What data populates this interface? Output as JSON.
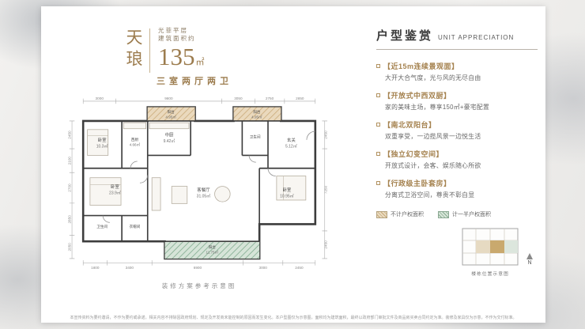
{
  "colors": {
    "accent_gold": "#9c7c4e",
    "legend_beige": "#d8c3a0",
    "legend_green": "#8ab094"
  },
  "header": {
    "brand": "天琅",
    "tagline_line1": "光菲平层",
    "tagline_line2": "建筑面积约",
    "area_value": "135",
    "area_unit": "㎡",
    "layout_type": "三室两厅两卫"
  },
  "right_panel": {
    "title_cn": "户型鉴赏",
    "title_en": "UNIT APPRECIATION",
    "features": [
      {
        "tag": "【近15m连续景观面】",
        "desc": "大开大合气度，光与风的无尽自由"
      },
      {
        "tag": "【开放式中西双厨】",
        "desc": "家的美味主场，尊享150㎡+豪宅配置"
      },
      {
        "tag": "【南北双阳台】",
        "desc": "双重享受，一边揽风景一边悦生活"
      },
      {
        "tag": "【独立幻变空间】",
        "desc": "开放式设计，会客、娱乐随心所欲"
      },
      {
        "tag": "【行政级主卧套房】",
        "desc": "分离式卫浴空间，尊贵不彰自显"
      }
    ],
    "legend": [
      {
        "label": "不计户权面积"
      },
      {
        "label": "计一半户权面积"
      }
    ],
    "minimap_caption": "楼栋位置示意图",
    "compass_label": "N"
  },
  "floorplan": {
    "caption": "装修方案参考示意图",
    "rooms": [
      {
        "name": "阳台",
        "area": "4.95㎡"
      },
      {
        "name": "阳台",
        "area": "4.95㎡"
      },
      {
        "name": "卧室",
        "area": "10.3㎡"
      },
      {
        "name": "西厨",
        "area": "4.66㎡"
      },
      {
        "name": "中厨",
        "area": "9.42㎡"
      },
      {
        "name": "卫生间",
        "area": ""
      },
      {
        "name": "玄关",
        "area": "5.12㎡"
      },
      {
        "name": "卧室",
        "area": "23.9㎡"
      },
      {
        "name": "卫生间",
        "area": ""
      },
      {
        "name": "客餐厅",
        "area": "31.05㎡"
      },
      {
        "name": "阳台",
        "area": "11.75㎡"
      },
      {
        "name": "卧室",
        "area": "10.95㎡"
      },
      {
        "name": "衣帽间",
        "area": ""
      }
    ],
    "dims_top": [
      "3000",
      "9800",
      "3050",
      "2750",
      "2850"
    ],
    "dims_left": [
      "2450",
      "2100",
      "2700",
      "2850",
      "2050"
    ],
    "dims_bottom": [
      "1800",
      "3400",
      "6900",
      "3000",
      "2450"
    ],
    "dims_right": [
      "2450",
      "7250",
      "2450"
    ]
  },
  "footer": {
    "disclaimer": "本宣传资料为要约邀请，不作为要约或承诺，相关内容不排除因政府规划、规定及开发商未能控制的原因而发生变化。本户型图仅为示意图，面积均为建筑面积，最终以政府部门审批文件及商品房买卖合同约定为准。装修及家具仅为示意，不作为交付标准。"
  }
}
